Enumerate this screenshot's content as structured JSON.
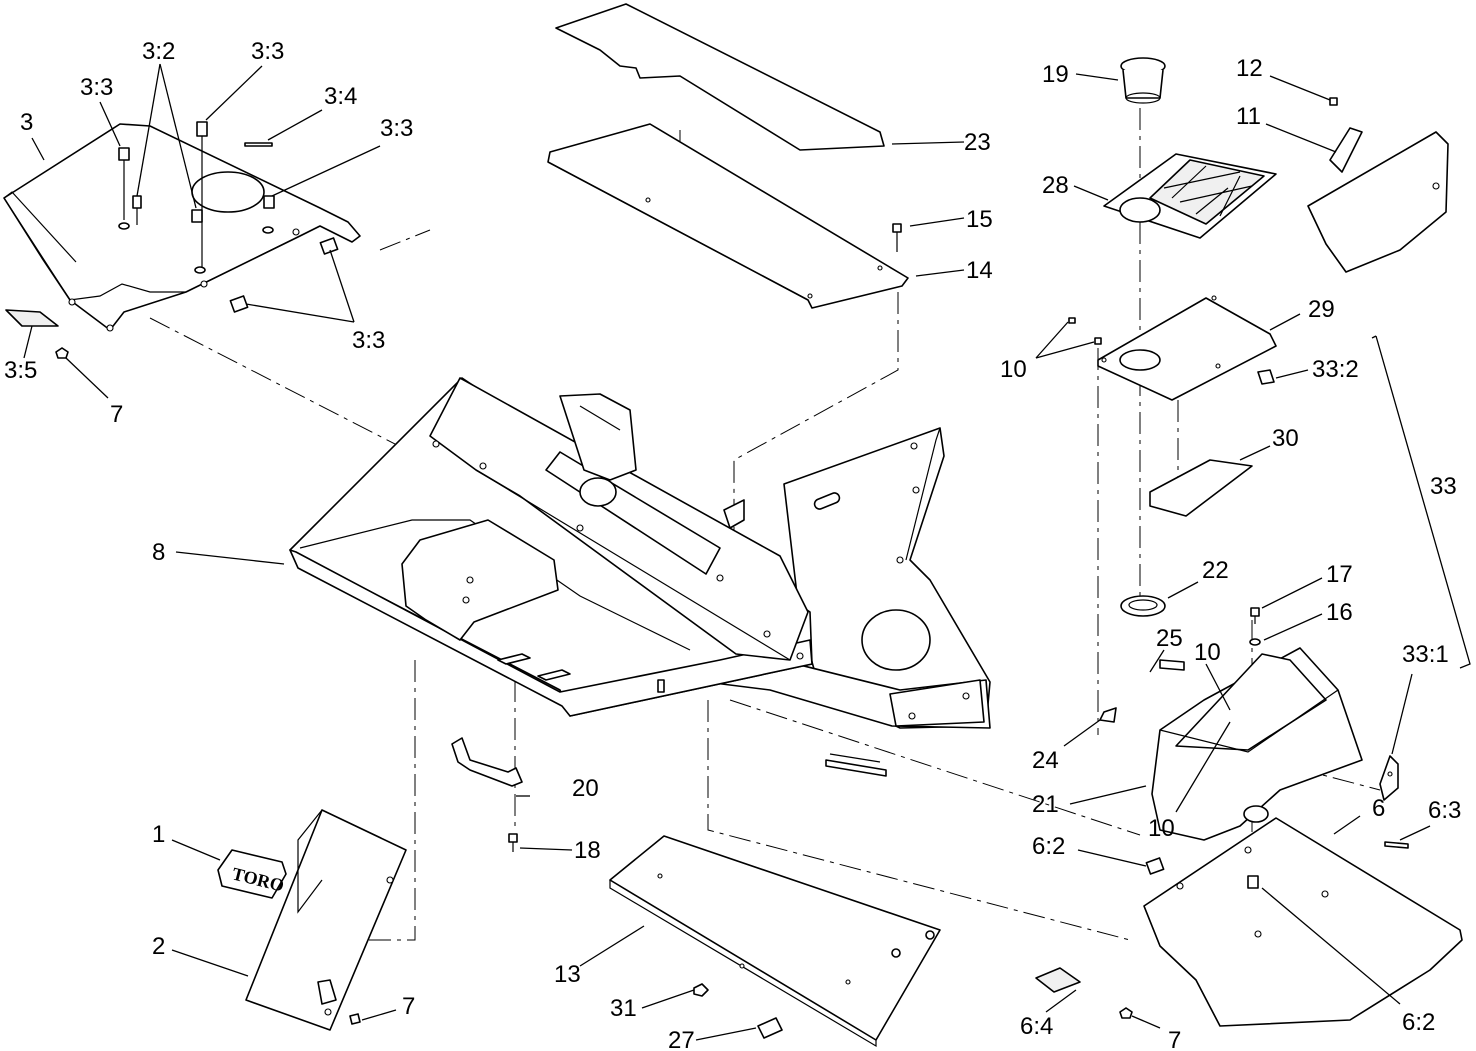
{
  "brand": {
    "logo_text": "TORO"
  },
  "callouts": [
    {
      "id": "c3",
      "text": "3"
    },
    {
      "id": "c3_3a",
      "text": "3:3"
    },
    {
      "id": "c3_2",
      "text": "3:2"
    },
    {
      "id": "c3_3b",
      "text": "3:3"
    },
    {
      "id": "c3_4",
      "text": "3:4"
    },
    {
      "id": "c3_3c",
      "text": "3:3"
    },
    {
      "id": "c3_3d",
      "text": "3:3"
    },
    {
      "id": "c3_5",
      "text": "3:5"
    },
    {
      "id": "c7a",
      "text": "7"
    },
    {
      "id": "c23",
      "text": "23"
    },
    {
      "id": "c15",
      "text": "15"
    },
    {
      "id": "c14",
      "text": "14"
    },
    {
      "id": "c19",
      "text": "19"
    },
    {
      "id": "c12",
      "text": "12"
    },
    {
      "id": "c11",
      "text": "11"
    },
    {
      "id": "c28",
      "text": "28"
    },
    {
      "id": "c29",
      "text": "29"
    },
    {
      "id": "c10a",
      "text": "10"
    },
    {
      "id": "c33_2",
      "text": "33:2"
    },
    {
      "id": "c30",
      "text": "30"
    },
    {
      "id": "c33",
      "text": "33"
    },
    {
      "id": "c8",
      "text": "8"
    },
    {
      "id": "c22",
      "text": "22"
    },
    {
      "id": "c17",
      "text": "17"
    },
    {
      "id": "c16",
      "text": "16"
    },
    {
      "id": "c25",
      "text": "25"
    },
    {
      "id": "c10b",
      "text": "10"
    },
    {
      "id": "c33_1",
      "text": "33:1"
    },
    {
      "id": "c24",
      "text": "24"
    },
    {
      "id": "c20",
      "text": "20"
    },
    {
      "id": "c21",
      "text": "21"
    },
    {
      "id": "c10c",
      "text": "10"
    },
    {
      "id": "c1",
      "text": "1"
    },
    {
      "id": "c18",
      "text": "18"
    },
    {
      "id": "c6",
      "text": "6"
    },
    {
      "id": "c6_3",
      "text": "6:3"
    },
    {
      "id": "c6_2a",
      "text": "6:2"
    },
    {
      "id": "c2",
      "text": "2"
    },
    {
      "id": "c13",
      "text": "13"
    },
    {
      "id": "c7b",
      "text": "7"
    },
    {
      "id": "c31",
      "text": "31"
    },
    {
      "id": "c27",
      "text": "27"
    },
    {
      "id": "c6_4",
      "text": "6:4"
    },
    {
      "id": "c7c",
      "text": "7"
    },
    {
      "id": "c6_2b",
      "text": "6:2"
    }
  ]
}
